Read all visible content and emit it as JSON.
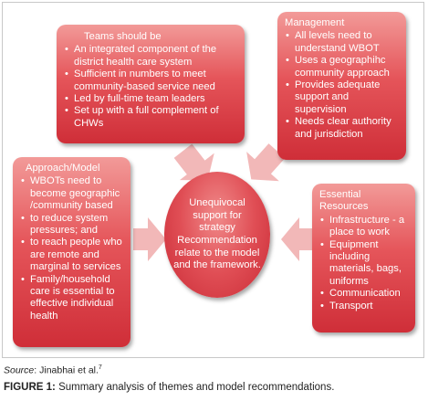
{
  "teams": {
    "title": "Teams should be",
    "items": [
      "An integrated component of the district health care system",
      "Sufficient in numbers to meet community-based  service need",
      "Led by full-time team leaders",
      "Set up with  a full complement of CHWs"
    ]
  },
  "management": {
    "title": "Management",
    "items": [
      "All levels need to understand WBOT",
      "Uses a geographihc community approach",
      "Provides adequate support and supervision",
      "Needs clear authority and jurisdiction"
    ]
  },
  "approach": {
    "title": "Approach/Model",
    "items": [
      "WBOTs need to become geographic /community based",
      "to reduce system pressures; and",
      "to reach people who are remote and marginal to services",
      "Family/household care is essential to effective individual health"
    ]
  },
  "resources": {
    "title": "Essential Resources",
    "items": [
      "Infrastructure - a place to work",
      "Equipment including materials, bags, uniforms",
      "Communication",
      "Transport"
    ]
  },
  "center": {
    "text": "Unequivocal support for strategy Recommendation relate to the model and the framework."
  },
  "source": {
    "label": "Source",
    "text": ": Jinabhai et al.",
    "sup": "7"
  },
  "caption": {
    "label": "FIGURE 1:",
    "text": " Summary analysis of themes and model recommendations."
  },
  "colors": {
    "box_top": "#f29a98",
    "box_bottom": "#cf2e38",
    "arrow": "#f2b8b8"
  }
}
